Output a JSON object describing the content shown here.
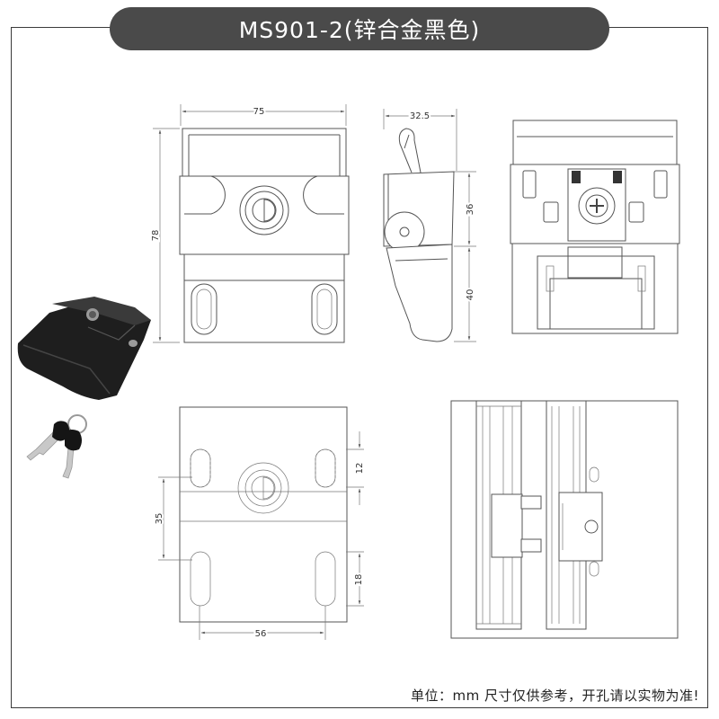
{
  "title": "MS901-2(锌合金黑色)",
  "footer_note": "单位：mm   尺寸仅供参考，开孔请以实物为准!",
  "dimensions": {
    "front_width": "75",
    "front_height": "78",
    "side_depth": "32.5",
    "side_upper": "36",
    "side_lower": "40",
    "cutout_slot": "12",
    "cutout_vertical": "35",
    "cutout_slot_lower": "18",
    "cutout_width": "56"
  },
  "colors": {
    "title_bg": "#4a4a4a",
    "title_text": "#ffffff",
    "line": "#555555",
    "product_body": "#1e1e1e"
  }
}
